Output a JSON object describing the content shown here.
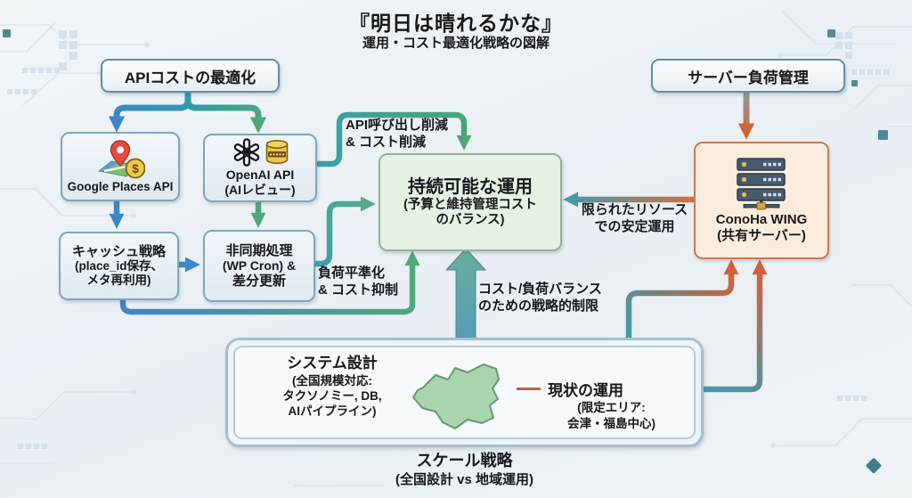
{
  "title": "『明日は晴れるかな』",
  "subtitle": "運用・コスト最適化戦略の図解",
  "palette": {
    "flow_blue": "#3e86c8",
    "flow_green": "#4ea878",
    "flow_teal": "#4899a8",
    "flow_orange": "#d4603a",
    "center_box_bg": "#e5f2e4",
    "center_box_border": "#94b297",
    "conoha_bg": "#fcecdd",
    "conoha_border": "#c97950",
    "node_border": "#7fa6bc"
  },
  "headers": {
    "api_cost": "APIコストの最適化",
    "server_load": "サーバー負荷管理"
  },
  "nodes": {
    "google_places": {
      "label": "Google Places API",
      "icon": "map-pin-dollar-icon"
    },
    "openai": {
      "line1": "OpenAI API",
      "line2": "(AIレビュー)",
      "icon": "openai-logo-icon",
      "icon2": "database-icon"
    },
    "cache": {
      "line1": "キャッシュ戦略",
      "line2": "(place_id保存、",
      "line3": "メタ再利用)"
    },
    "async": {
      "line1": "非同期処理",
      "line2": "(WP Cron) &",
      "line3": "差分更新"
    },
    "sustainable": {
      "line1": "持続可能な運用",
      "line2": "(予算と維持管理コスト",
      "line3": "のバランス)"
    },
    "conoha": {
      "line1": "ConoHa WING",
      "line2": "(共有サーバー)",
      "icon": "server-stack-icon"
    }
  },
  "edge_labels": {
    "api_reduction": {
      "line1": "API呼び出し削減",
      "line2": "& コスト削減"
    },
    "load_leveling": {
      "line1": "負荷平準化",
      "line2": "& コスト抑制"
    },
    "strategic_limit": {
      "line1": "コスト/負荷バランス",
      "line2": "のための戦略的制限"
    },
    "stable_ops": {
      "line1": "限られたリソース",
      "line2": "での安定運用"
    }
  },
  "bottom_box": {
    "system_design": {
      "line1": "システム設計",
      "line2": "(全国規模対応:",
      "line3": "タクソノミー, DB,",
      "line4": "AIパイプライン)"
    },
    "map_icon": "fukushima-map-icon",
    "current_ops": {
      "line1": "現状の運用",
      "line2": "(限定エリア:",
      "line3": "会津・福島中心)"
    }
  },
  "footer": {
    "line1": "スケール戦略",
    "line2": "(全国設計 vs 地域運用)"
  }
}
